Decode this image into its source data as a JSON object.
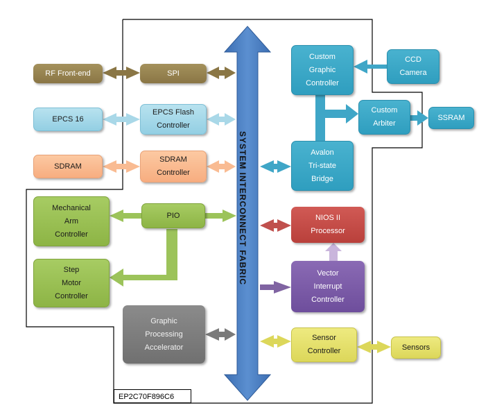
{
  "fabric": {
    "label": "SYSTEM INTERCONNECT FABRIC"
  },
  "chip": {
    "label": "EP2C70F896C6"
  },
  "blocks": {
    "rf_front_end": "RF Front-end",
    "spi": "SPI",
    "epcs16": "EPCS 16",
    "epcs_flash": "EPCS Flash\nController",
    "sdram": "SDRAM",
    "sdram_controller": "SDRAM\nController",
    "mech_arm": "Mechanical\nArm\nController",
    "pio": "PIO",
    "step_motor": "Step\nMotor\nController",
    "gpa": "Graphic\nProcessing\nAccelerator",
    "custom_graphic": "Custom\nGraphic\nController",
    "ccd_camera": "CCD\nCamera",
    "custom_arbiter": "Custom\nArbiter",
    "ssram": "SSRAM",
    "avalon": "Avalon\nTri-state\nBridge",
    "nios": "NIOS II\nProcessor",
    "vic": "Vector\nInterrupt\nController",
    "sensor_controller": "Sensor\nController",
    "sensors": "Sensors"
  },
  "colors": {
    "olive": "#8a7645",
    "light_blue": "#93cfe3",
    "peach": "#f7ad80",
    "green": "#8db445",
    "gray": "#707070",
    "teal": "#2f9ebf",
    "red": "#b9403b",
    "purple": "#6e4e9c",
    "yellow": "#dcd75a",
    "fabric_blue": "#4a7ec0"
  }
}
